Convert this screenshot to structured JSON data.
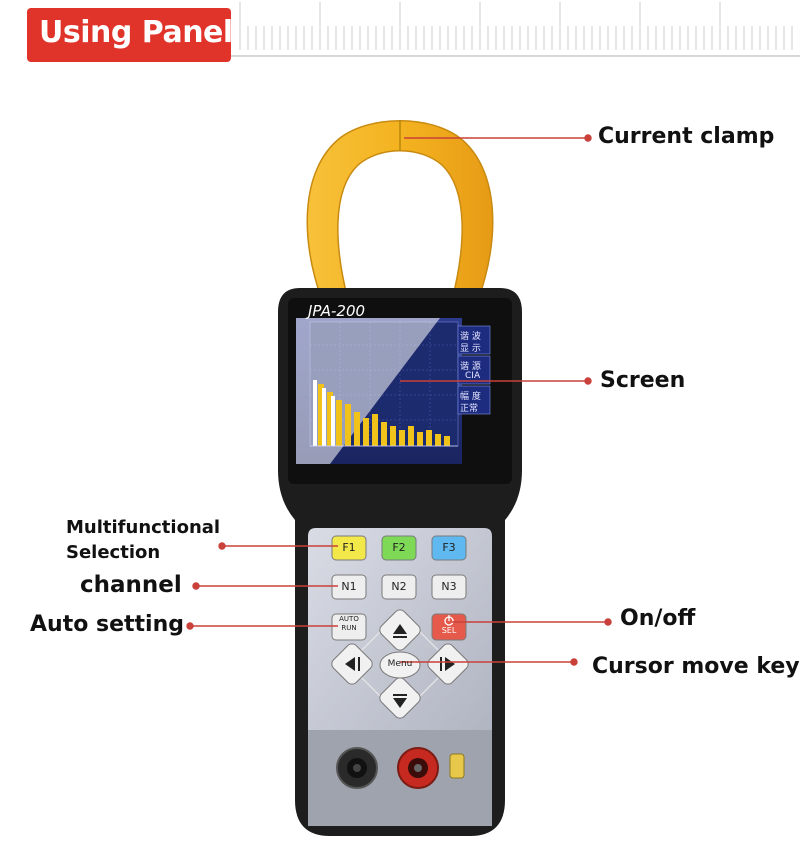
{
  "header": {
    "title": "Using Panel"
  },
  "device": {
    "model": "JPA-200",
    "keys": {
      "f1": "F1",
      "f2": "F2",
      "f3": "F3",
      "n1": "N1",
      "n2": "N2",
      "n3": "N3",
      "auto": "AUTO RUN",
      "sel": "SEL",
      "menu": "Menu"
    },
    "screen": {
      "menu_1": "谐 波",
      "menu_1b": "显 示",
      "menu_2": "谐 源",
      "menu_2b": "CIA",
      "menu_3": "幅 度",
      "menu_3b": "正常"
    }
  },
  "callouts": {
    "current_clamp": "Current clamp",
    "screen": "Screen",
    "multifunctional": "Multifunctional",
    "selection": "Selection",
    "channel": "channel",
    "auto_setting": "Auto setting",
    "on_off": "On/off",
    "cursor_move_key": "Cursor move key"
  },
  "colors": {
    "accent_red": "#e0332a",
    "leader_red": "#c9413a",
    "clamp_yellow": "#f4b320",
    "body_black": "#1d1d1d",
    "panel_gray": "#c8cbd6"
  }
}
